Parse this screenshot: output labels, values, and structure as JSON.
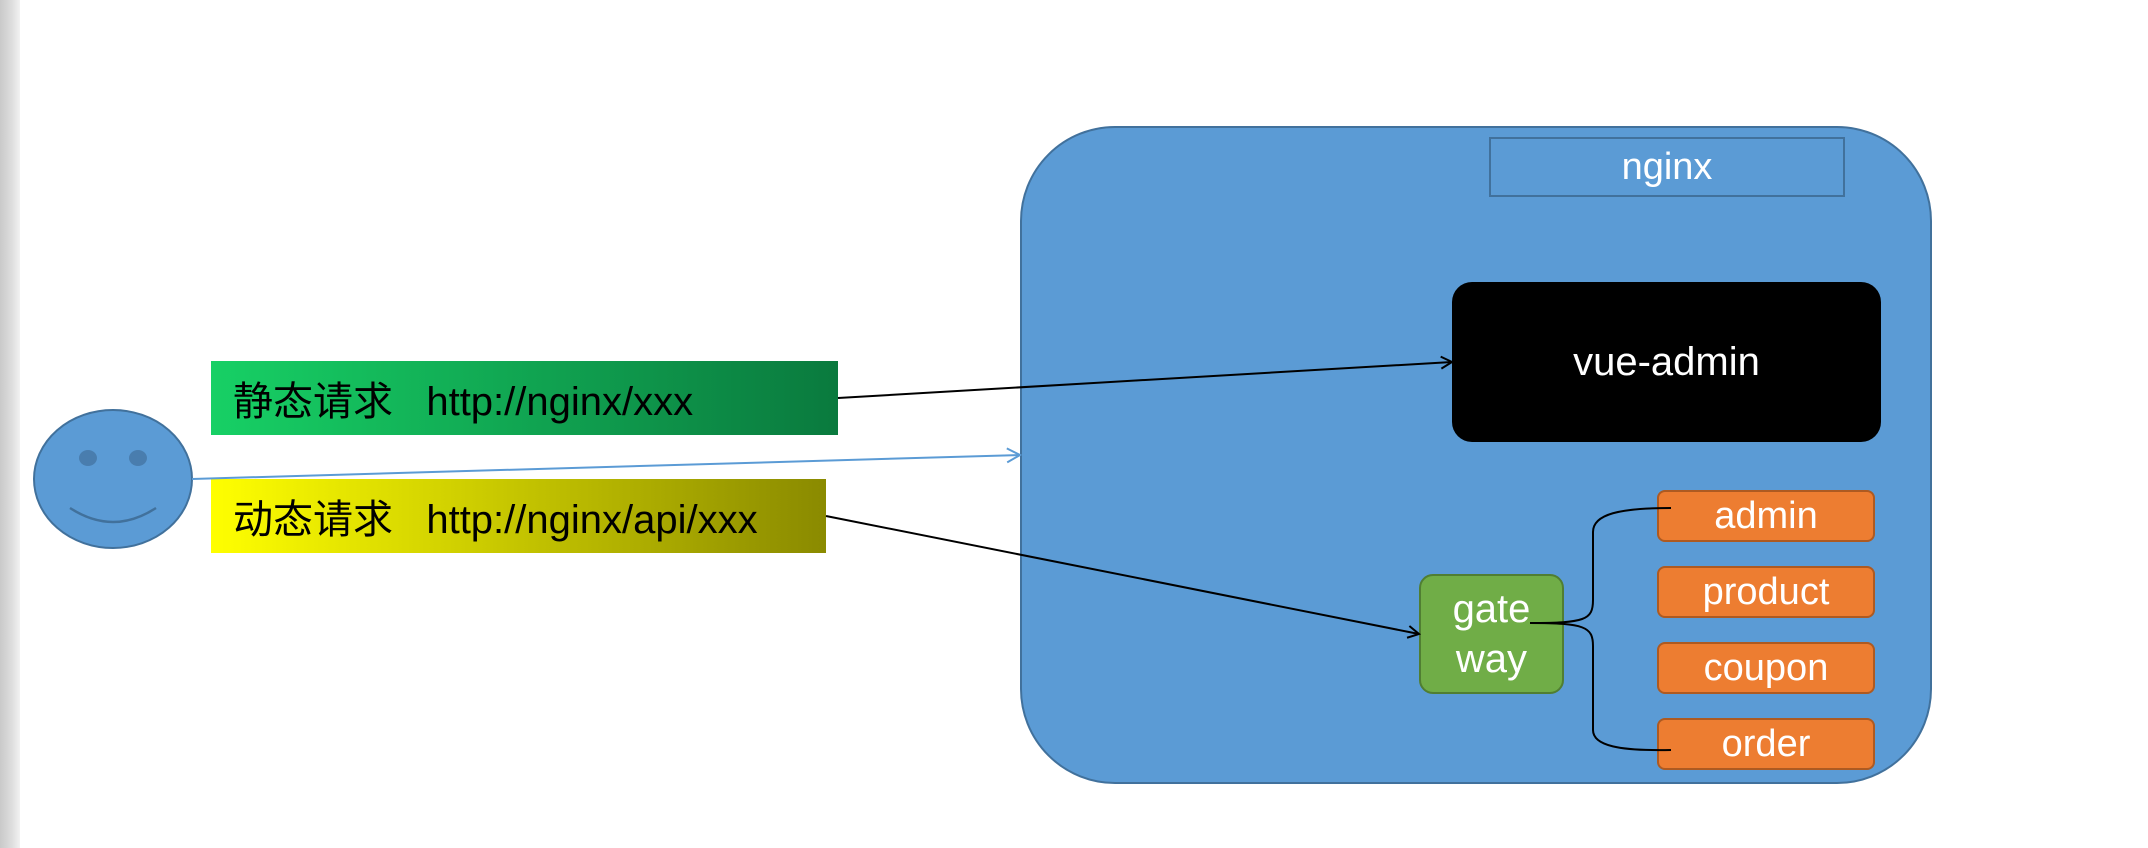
{
  "requests": {
    "static": "静态请求   http://nginx/xxx",
    "dynamic": "动态请求   http://nginx/api/xxx"
  },
  "nginx": {
    "label": "nginx"
  },
  "frontend": {
    "label": "vue-admin"
  },
  "gateway": {
    "line1": "gate",
    "line2": "way"
  },
  "services": [
    "admin",
    "product",
    "coupon",
    "order"
  ],
  "colors": {
    "container": "#5b9bd5",
    "frontend": "#000000",
    "gateway": "#70ad47",
    "service": "#ed7d31",
    "static_request": "#17d065",
    "dynamic_request": "#ffff00",
    "user_face": "#5b9bd5"
  }
}
